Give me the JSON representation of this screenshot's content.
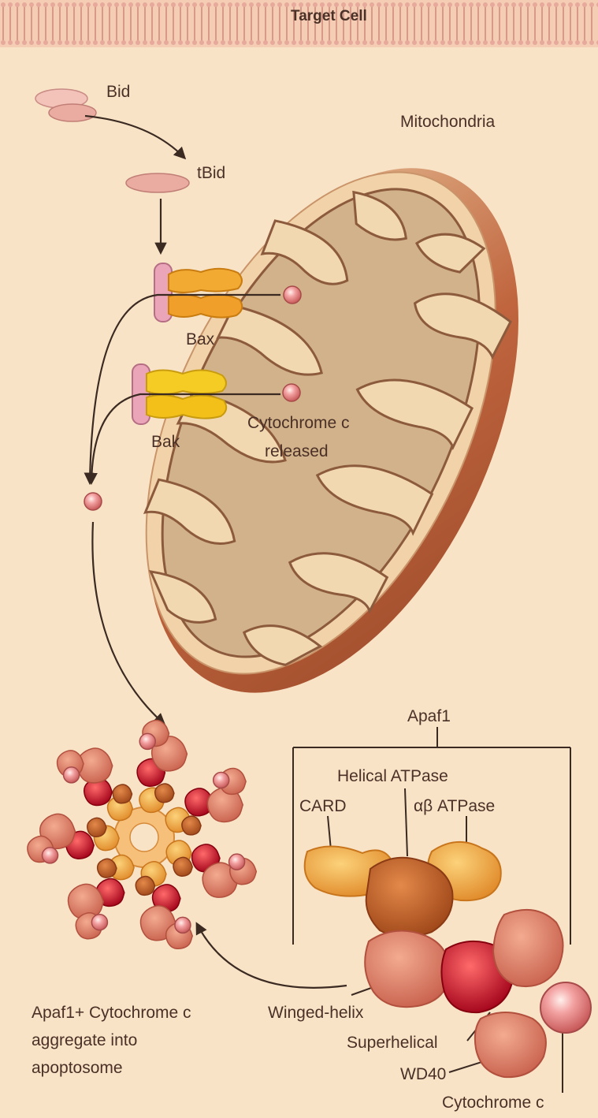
{
  "header": {
    "title": "Target Cell"
  },
  "labels": {
    "bid": "Bid",
    "tbid": "tBid",
    "mitochondria": "Mitochondria",
    "bax": "Bax",
    "bak": "Bak",
    "cytochrome_released_1": "Cytochrome c",
    "cytochrome_released_2": "released",
    "apaf1": "Apaf1",
    "helical_atpase": "Helical ATPase",
    "card": "CARD",
    "ab_atpase": "αβ ATPase",
    "winged_helix": "Winged-helix",
    "superhelical": "Superhelical",
    "wd40": "WD40",
    "cytochrome_c": "Cytochrome c",
    "aggregate_1": "Apaf1+ Cytochrome c",
    "aggregate_2": "aggregate into",
    "aggregate_3": "apoptosome"
  },
  "colors": {
    "background": "#f9e3c6",
    "membrane_band": "#f2c5aa",
    "mito_outer": "#c27248",
    "mito_inner": "#d7b78d",
    "bax": "#f0a830",
    "bak": "#f1c21e",
    "cytochrome": "#e98a8a",
    "apaf_red": "#c8102e",
    "apaf_salmon": "#df7f6a",
    "text": "#4a3026"
  }
}
